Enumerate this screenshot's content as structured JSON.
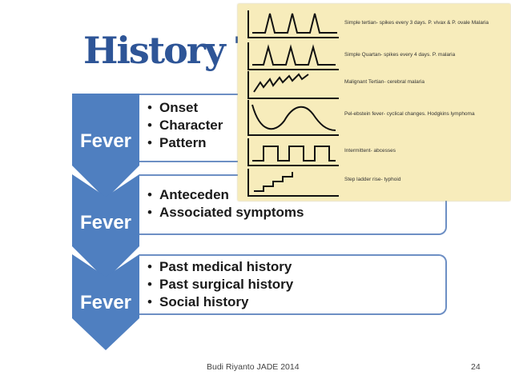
{
  "slide": {
    "title": "History Ta",
    "footer_author": "Budi Riyanto JADE 2014",
    "page_number": "24",
    "accent_color": "#4f7fc0"
  },
  "sections": [
    {
      "label": "Fever",
      "items": [
        "Onset",
        "Character",
        "Pattern"
      ]
    },
    {
      "label": "Fever",
      "items": [
        "Anteceden",
        "Associated symptoms"
      ]
    },
    {
      "label": "Fever",
      "items": [
        "Past medical history",
        "Past surgical history",
        "Social history"
      ]
    }
  ],
  "fever_patterns": [
    {
      "caption": "Simple tertian- spikes every 3 days. P. vivax & P. ovale Malaria",
      "icon": "tertian-spikes-icon"
    },
    {
      "caption": "Simple Quartan- spikes every 4 days. P. malaria",
      "icon": "quartan-spikes-icon"
    },
    {
      "caption": "Malignant Tertian- cerebral malaria",
      "icon": "irregular-spikes-icon"
    },
    {
      "caption": "Pel-ebstein fever- cyclical changes. Hodgkins lymphoma",
      "icon": "cyclical-wave-icon"
    },
    {
      "caption": "Intermittent- abcesses",
      "icon": "intermittent-square-wave-icon"
    },
    {
      "caption": "Step ladder rise- typhoid",
      "icon": "step-ladder-icon"
    }
  ]
}
